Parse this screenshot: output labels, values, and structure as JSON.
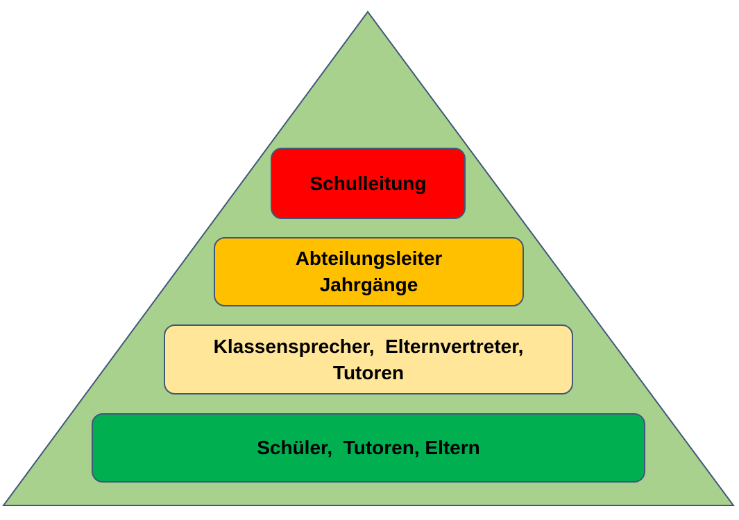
{
  "colors": {
    "pyramid": "#a9d18e",
    "outline": "#41577a",
    "level1": "#ff0000",
    "level2": "#ffc000",
    "level3": "#ffe699",
    "level4": "#00b050"
  },
  "levels": [
    {
      "lines": [
        "Schulleitung"
      ]
    },
    {
      "lines": [
        "Abteilungsleiter",
        "Jahrgänge"
      ]
    },
    {
      "lines": [
        "Klassensprecher,  Elternvertreter,",
        "Tutoren"
      ]
    },
    {
      "lines": [
        "Schüler,  Tutoren, Eltern"
      ]
    }
  ]
}
